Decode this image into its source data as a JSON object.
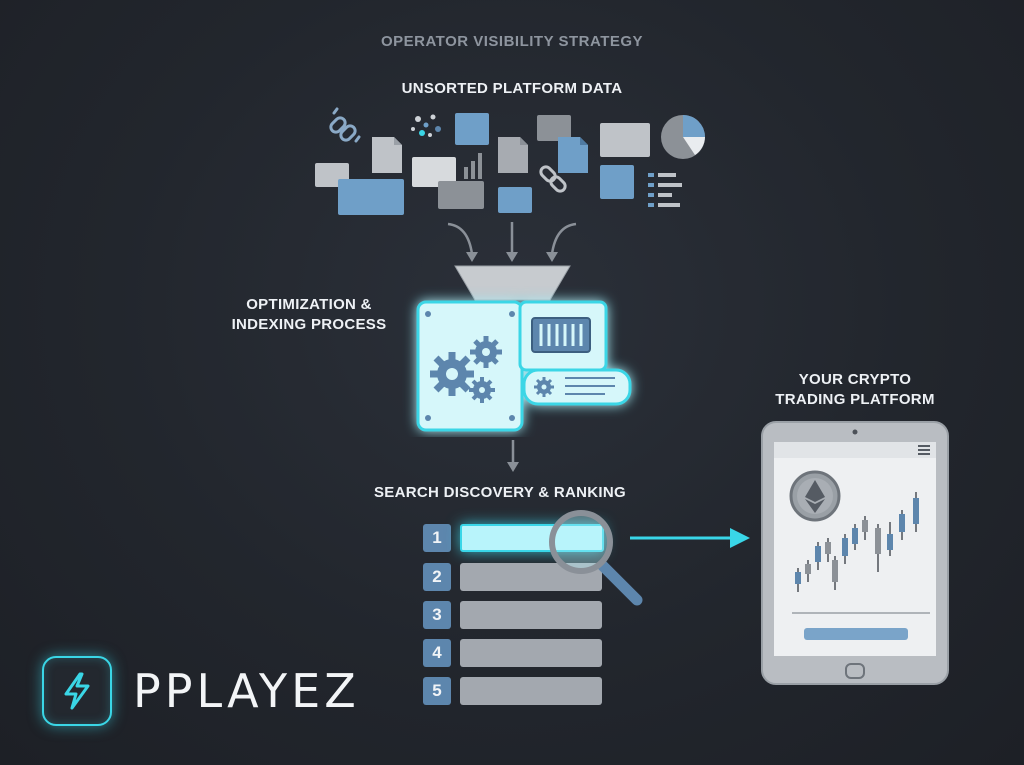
{
  "diagram": {
    "title": "OPERATOR VISIBILITY STRATEGY",
    "step_input": "UNSORTED PLATFORM DATA",
    "step_process_line1": "OPTIMIZATION &",
    "step_process_line2": "INDEXING PROCESS",
    "step_output": "SEARCH DISCOVERY & RANKING",
    "target_line1": "YOUR CRYPTO",
    "target_line2": "TRADING PLATFORM",
    "rankings": [
      "1",
      "2",
      "3",
      "4",
      "5"
    ]
  },
  "brand": {
    "name": "PPLAYEZ",
    "icon": "lightning-bolt-icon",
    "accent_color": "#39d6e8"
  },
  "colors": {
    "background": "#22262d",
    "steel_blue": "#5d86ad",
    "gray_block": "#a3a8af",
    "glow": "#39d6e8"
  }
}
